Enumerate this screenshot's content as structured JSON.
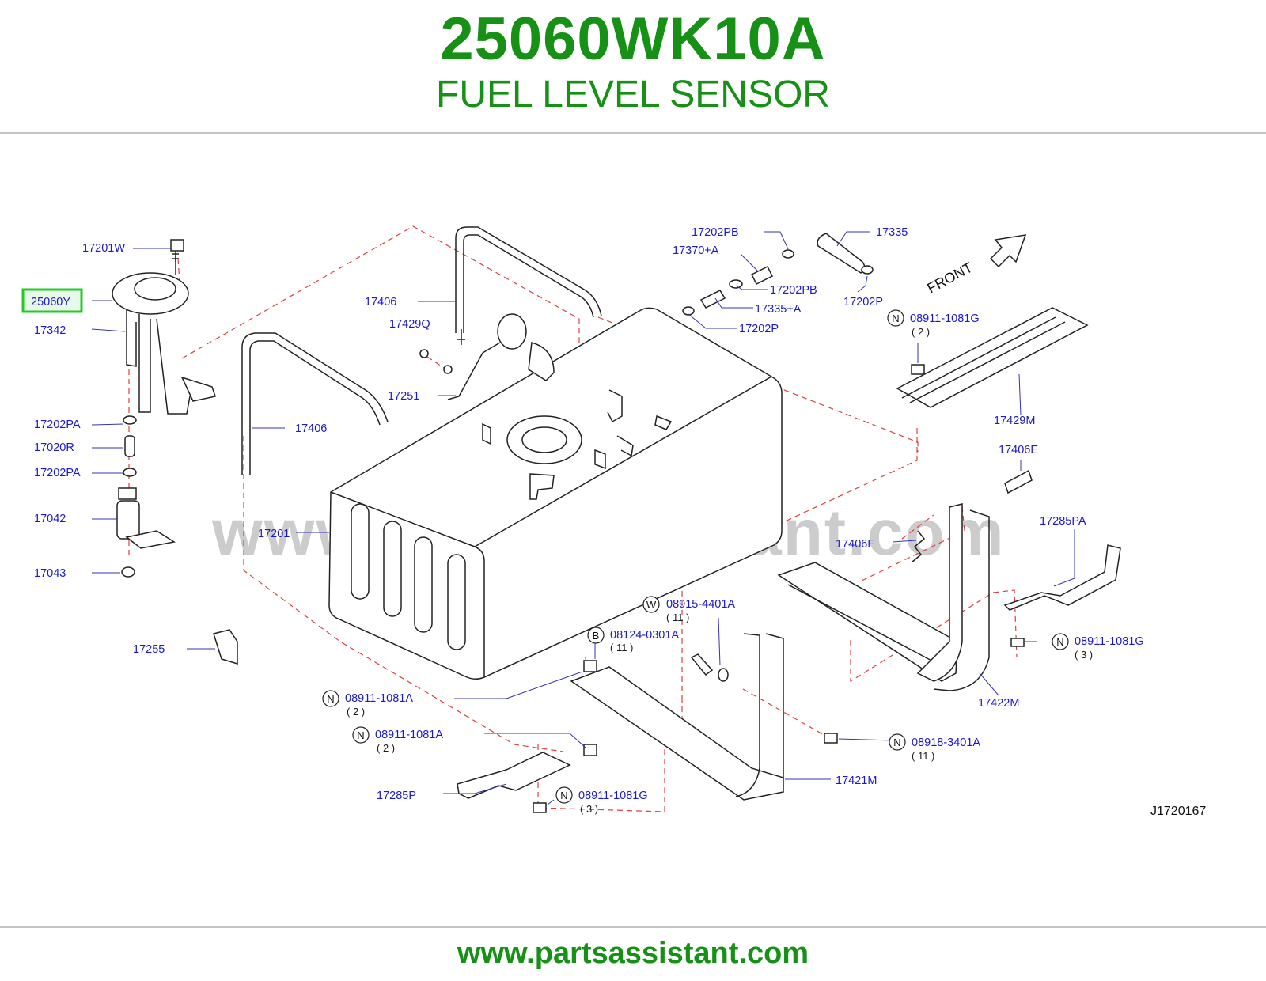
{
  "header": {
    "part_number": "25060WK10A",
    "part_name": "FUEL LEVEL SENSOR"
  },
  "diagram": {
    "id": "J1720167",
    "watermark": "www.partsassistant.com",
    "front_label": "FRONT",
    "highlight_color": "#22cc22",
    "highlighted_part": "25060Y",
    "labels": {
      "p17201W": "17201W",
      "p25060Y": "25060Y",
      "p17342": "17342",
      "p17202PA_1": "17202PA",
      "p17020R": "17020R",
      "p17202PA_2": "17202PA",
      "p17042": "17042",
      "p17043": "17043",
      "p17255": "17255",
      "p17406_1": "17406",
      "p17429Q": "17429Q",
      "p17251": "17251",
      "p17406_2": "17406",
      "p17201": "17201",
      "p17202PB_1": "17202PB",
      "p17370A": "17370+A",
      "p17335": "17335",
      "p17202PB_2": "17202PB",
      "p17335A": "17335+A",
      "p17202P_1": "17202P",
      "p17202P_2": "17202P",
      "p08911_1081G_1": "08911-1081G",
      "p17429M": "17429M",
      "p17406E": "17406E",
      "p17406F": "17406F",
      "p17285PA": "17285PA",
      "p08915_4401A": "08915-4401A",
      "p08124_0301A": "08124-0301A",
      "p08911_1081G_2": "08911-1081G",
      "p17422M": "17422M",
      "p08911_1081A_1": "08911-1081A",
      "p08911_1081A_2": "08911-1081A",
      "p08918_3401A": "08918-3401A",
      "p17421M": "17421M",
      "p17285P": "17285P",
      "p08911_1081G_3": "08911-1081G"
    },
    "quantities": {
      "q08911_1081G_1": "( 2 )",
      "q08915_4401A": "( 11 )",
      "q08124_0301A": "( 11 )",
      "q08911_1081G_2": "( 3 )",
      "q08911_1081A_1": "( 2 )",
      "q08911_1081A_2": "( 2 )",
      "q08918_3401A": "( 11 )",
      "q08911_1081G_3": "( 3 )"
    },
    "symbols": {
      "n": "N",
      "w": "W",
      "b": "B"
    }
  },
  "footer": {
    "url": "www.partsassistant.com"
  }
}
